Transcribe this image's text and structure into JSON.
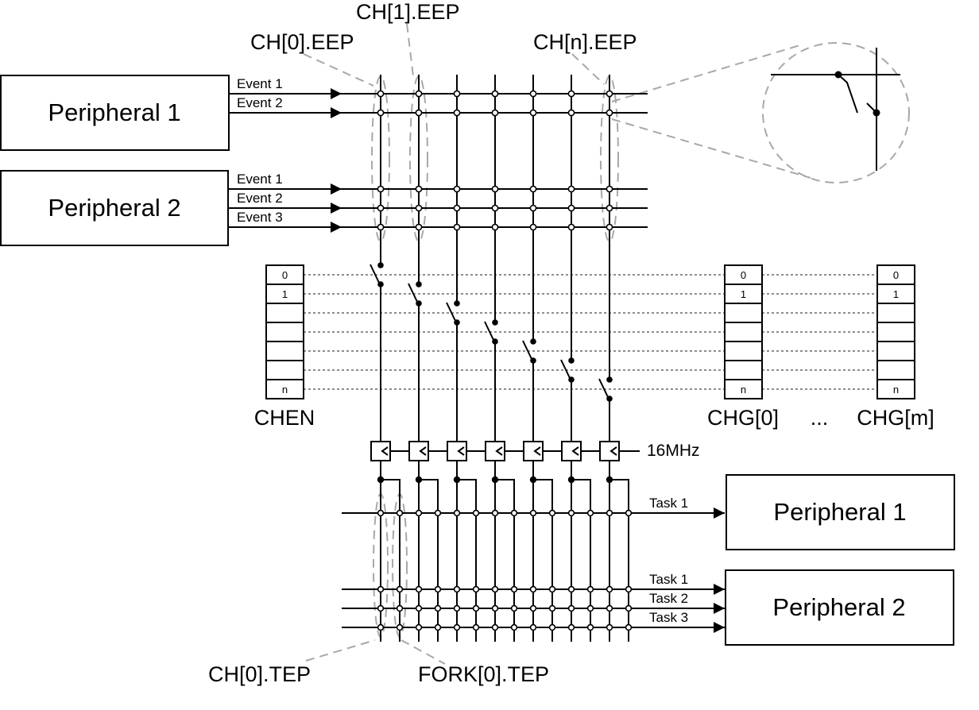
{
  "title": "PPI channel crossbar diagram",
  "colors": {
    "line": "#000000",
    "dashed_annotation": "#a8a8a8",
    "dotted_enable": "#8c8c8c",
    "background": "#ffffff"
  },
  "event_sources": [
    {
      "name": "Peripheral 1",
      "events": [
        "Event 1",
        "Event 2"
      ]
    },
    {
      "name": "Peripheral 2",
      "events": [
        "Event 1",
        "Event 2",
        "Event 3"
      ]
    }
  ],
  "task_targets": [
    {
      "name": "Peripheral 1",
      "tasks": [
        "Task 1"
      ]
    },
    {
      "name": "Peripheral 2",
      "tasks": [
        "Task 1",
        "Task 2",
        "Task 3"
      ]
    }
  ],
  "annotations": {
    "ch0_eep": "CH[0].EEP",
    "ch1_eep": "CH[1].EEP",
    "chn_eep": "CH[n].EEP",
    "ch0_tep": "CH[0].TEP",
    "fork0_tep": "FORK[0].TEP"
  },
  "clock": {
    "label": "16MHz"
  },
  "channel_count_drawn": 7,
  "registers": [
    {
      "name": "CHEN",
      "cells": [
        "0",
        "1",
        "",
        "",
        "",
        "",
        "n"
      ]
    },
    {
      "name": "CHG[0]",
      "cells": [
        "0",
        "1",
        "",
        "",
        "",
        "",
        "n"
      ]
    },
    {
      "name": "CHG[m]",
      "cells": [
        "0",
        "1",
        "",
        "",
        "",
        "",
        "n"
      ]
    }
  ],
  "ellipsis": "...",
  "magnifier": {
    "depicts": "crossbar junction switch detail"
  }
}
